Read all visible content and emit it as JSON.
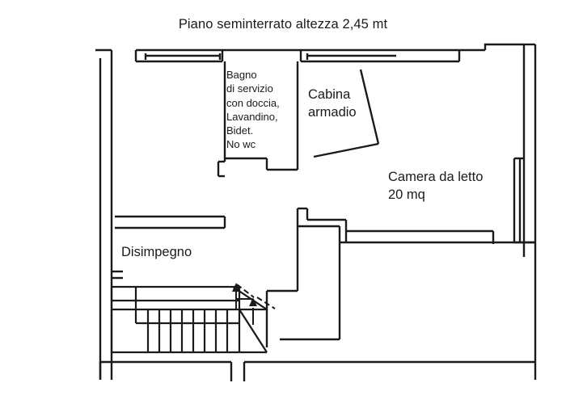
{
  "document": {
    "type": "floor-plan",
    "title": "Piano seminterrato altezza 2,45 mt",
    "background_color": "#ffffff",
    "line_color": "#1a1a1a"
  },
  "rooms": {
    "bagno": {
      "label": "Bagno\ndi servizio\ncon doccia,\nLavandino,\nBidet.\nNo wc"
    },
    "cabina_armadio": {
      "label": "Cabina\narmadio"
    },
    "camera": {
      "label": "Camera da letto\n20 mq"
    },
    "disimpegno": {
      "label": "Disimpegno"
    }
  }
}
